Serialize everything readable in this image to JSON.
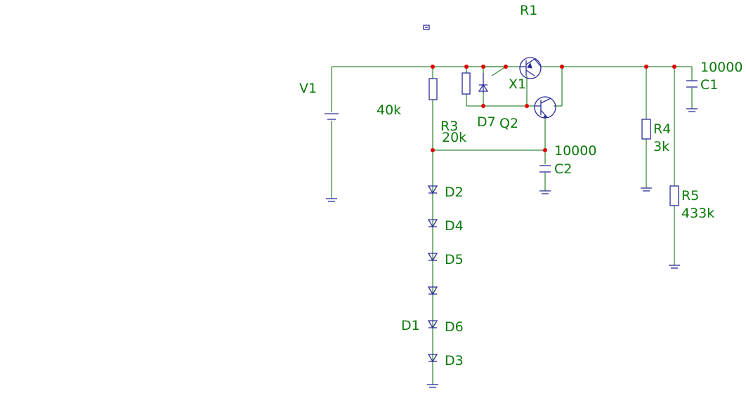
{
  "schematic": {
    "labels": {
      "r1": "R1",
      "v1": "V1",
      "r1_value": "40k",
      "r3": "R3",
      "r3_value": "20k",
      "d7": "D7",
      "q2": "Q2",
      "x1": "X1",
      "c1_value": "10000",
      "c1": "C1",
      "c2_value": "10000",
      "c2": "C2",
      "r4": "R4",
      "r4_value": "3k",
      "r5": "R5",
      "r5_value": "433k",
      "d2": "D2",
      "d4": "D4",
      "d5": "D5",
      "d1": "D1",
      "d6": "D6",
      "d3": "D3"
    },
    "colors": {
      "wire": "#3c8c3c",
      "component": "#2b2b9c",
      "node": "#e00000",
      "label": "#0a7a0a"
    }
  }
}
